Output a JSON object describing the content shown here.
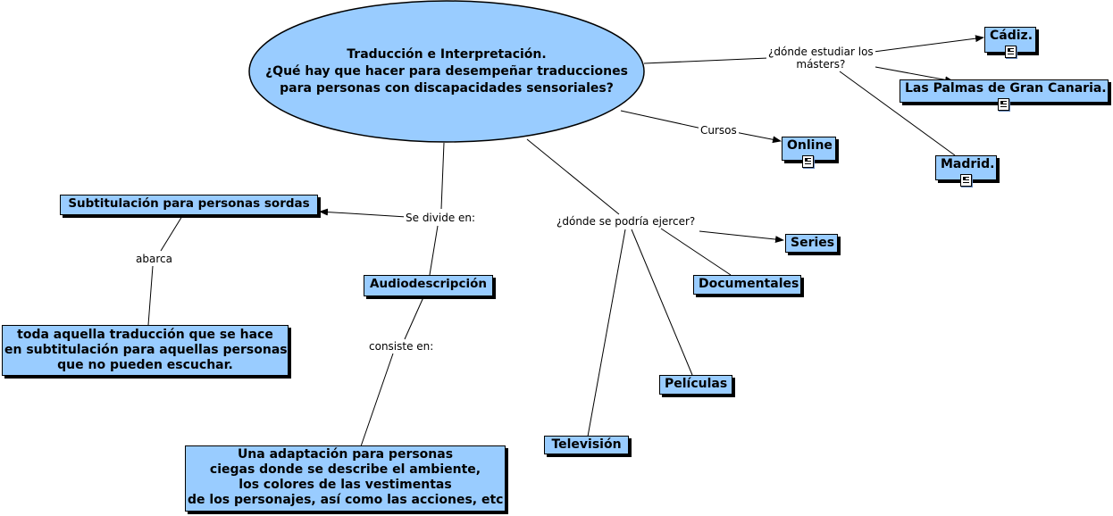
{
  "root": {
    "line1": "Traducción e Interpretación.",
    "line2": "¿Qué hay que hacer para desempeñar traducciones",
    "line3": "para personas con discapacidades sensoriales?"
  },
  "links": {
    "masters": [
      "¿dónde estudiar los",
      "másters?"
    ],
    "cursos": "Cursos",
    "divide": "Se divide en:",
    "abarca": "abarca",
    "consiste": "consiste en:",
    "ejercer": "¿dónde se podría ejercer?"
  },
  "nodes": {
    "cadiz": "Cádiz.",
    "las_palmas": "Las Palmas de Gran Canaria.",
    "madrid": "Madrid.",
    "online": "Online",
    "subtitulacion": "Subtitulación para personas sordas",
    "audiodescripcion": "Audiodescripción",
    "series": "Series",
    "documentales": "Documentales",
    "peliculas": "Películas",
    "television": "Televisión",
    "subtitulacion_def": [
      "toda aquella traducción que se hace",
      "en subtitulación para aquellas personas",
      "que no pueden escuchar."
    ],
    "audiodescripcion_def": [
      "Una adaptación para personas",
      "ciegas donde se describe el ambiente,",
      "los colores de las vestimentas",
      "de los personajes, así como las acciones, etc"
    ]
  },
  "colors": {
    "node_fill": "#99ccff",
    "border": "#000000",
    "background": "#ffffff"
  }
}
